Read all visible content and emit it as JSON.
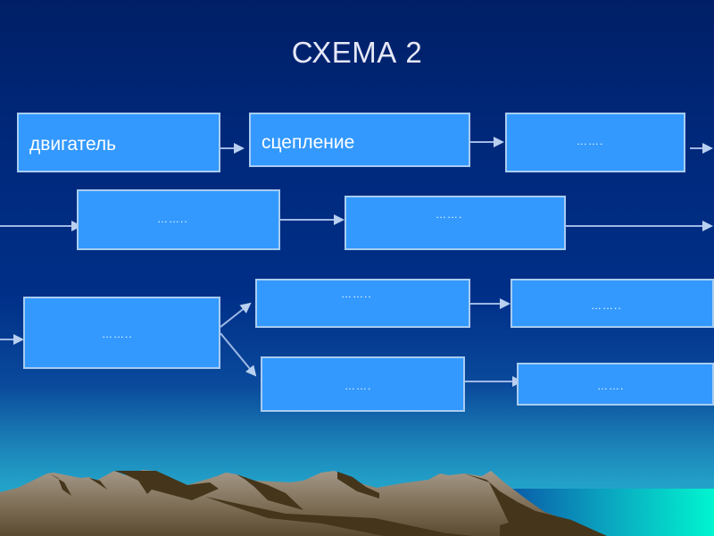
{
  "slide": {
    "title": "СХЕМА 2"
  },
  "diagram": {
    "nodes": [
      {
        "id": "engine",
        "label": "двигатель"
      },
      {
        "id": "clutch",
        "label": "сцепление"
      },
      {
        "id": "r1c3",
        "label": "……."
      },
      {
        "id": "r2c1",
        "label": "…….."
      },
      {
        "id": "r2c2",
        "label": "……."
      },
      {
        "id": "r3main",
        "label": "…….."
      },
      {
        "id": "branch-top",
        "label": "…….."
      },
      {
        "id": "branch-top-next",
        "label": "…….."
      },
      {
        "id": "branch-bottom",
        "label": "……."
      },
      {
        "id": "branch-bottom-next",
        "label": "……."
      }
    ],
    "edges": [
      {
        "from": "engine",
        "to": "clutch"
      },
      {
        "from": "clutch",
        "to": "r1c3"
      },
      {
        "from": "r1c3",
        "to": "r2c1"
      },
      {
        "from": "r2c1",
        "to": "r2c2"
      },
      {
        "from": "r2c2",
        "to": "r3main"
      },
      {
        "from": "r3main",
        "to": "branch-top"
      },
      {
        "from": "r3main",
        "to": "branch-bottom"
      },
      {
        "from": "branch-top",
        "to": "branch-top-next"
      },
      {
        "from": "branch-bottom",
        "to": "branch-bottom-next"
      }
    ]
  },
  "colors": {
    "node_fill": "#3399ff",
    "node_border": "#a8ccf0",
    "connector": "#a8c0e8",
    "title_text": "#e6e8f8"
  }
}
